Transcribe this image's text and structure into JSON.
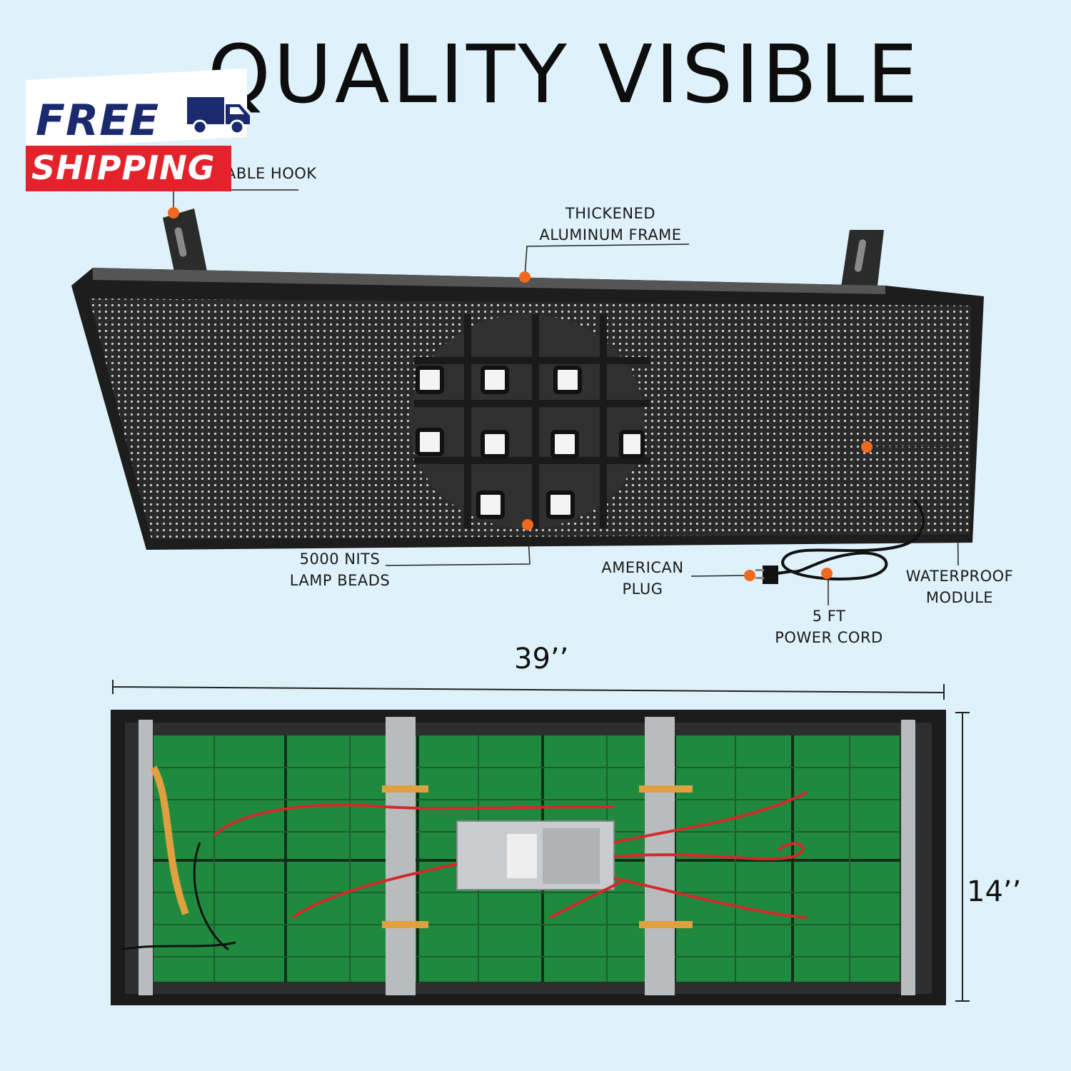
{
  "headline": "QUALITY VISIBLE",
  "badge": {
    "line1": "FREE",
    "line2": "SHIPPING",
    "icon": "truck-icon"
  },
  "callouts": {
    "hook": "ABLE HOOK",
    "frame_line1": "THICKENED",
    "frame_line2": "ALUMINUM FRAME",
    "beads_line1": "5000 NITS",
    "beads_line2": "LAMP BEADS",
    "plug_line1": "AMERICAN",
    "plug_line2": "PLUG",
    "cord_line1": "5 FT",
    "cord_line2": "POWER CORD",
    "module_line1": "WATERPROOF",
    "module_line2": "MODULE"
  },
  "dimensions": {
    "width": "39’’",
    "height": "14’’"
  },
  "colors": {
    "background": "#dff1fb",
    "marker": "#ef6a1e",
    "badge_blue": "#1b2a6e",
    "badge_red": "#e3222c",
    "pcb_green": "#1f8a3e"
  }
}
